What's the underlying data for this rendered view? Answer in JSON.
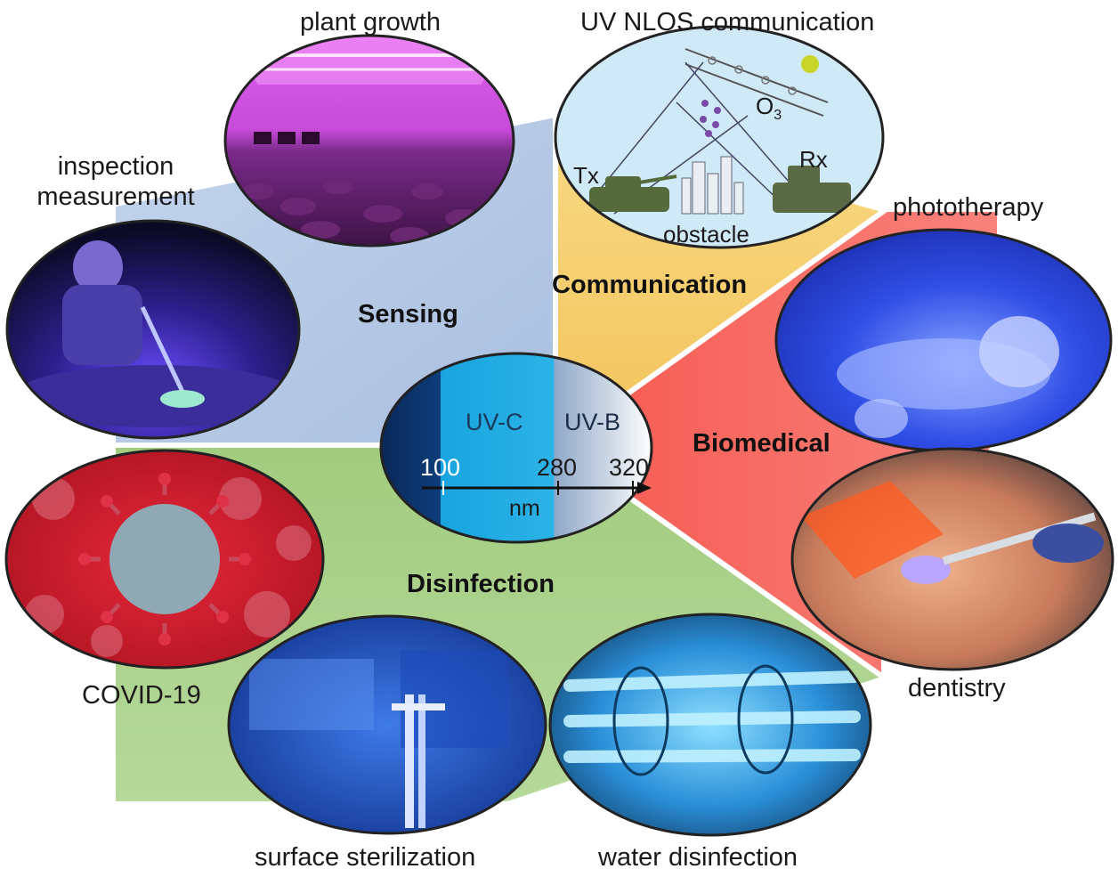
{
  "sectors": {
    "sensing": "Sensing",
    "communication": "Communication",
    "biomedical": "Biomedical",
    "disinfection": "Disinfection"
  },
  "applications": {
    "plant_growth": "plant growth",
    "uv_nlos": "UV NLOS communication",
    "inspection_line1": "inspection",
    "inspection_line2": "measurement",
    "phototherapy": "phototherapy",
    "dentistry": "dentistry",
    "covid": "COVID-19",
    "surface": "surface sterilization",
    "water": "water disinfection"
  },
  "nlos_diagram": {
    "tx": "Tx",
    "rx": "Rx",
    "o3": "O",
    "o3_sub": "3",
    "obstacle": "obstacle"
  },
  "spectrum": {
    "band_c": "UV-C",
    "band_b": "UV-B",
    "tick_100": "100",
    "tick_280": "280",
    "tick_320": "320",
    "unit": "nm"
  },
  "colors": {
    "sensing": "#b4c8e4",
    "communication": "#f7cf6a",
    "biomedical": "#f56a62",
    "disinfection": "#a7cf86",
    "uvc": "#1aa8e0",
    "deep": "#0d2f66"
  }
}
